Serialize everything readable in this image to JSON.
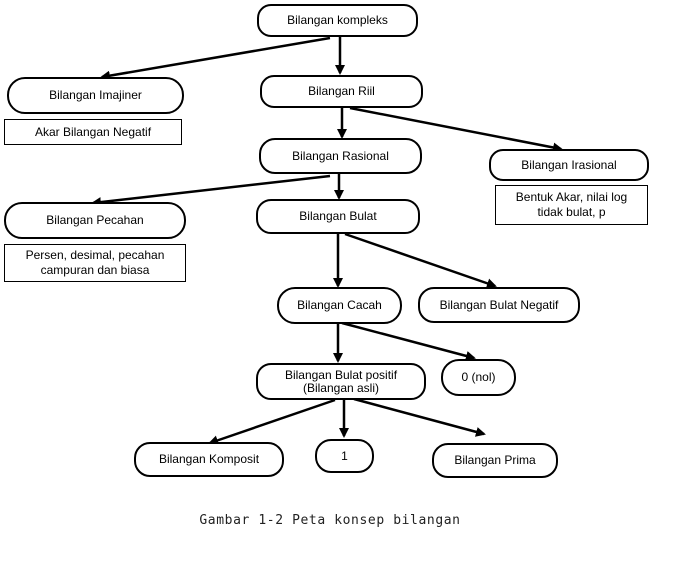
{
  "nodes": {
    "kompleks": "Bilangan kompleks",
    "imajiner": "Bilangan Imajiner",
    "riil": "Bilangan Riil",
    "rasional": "Bilangan Rasional",
    "irasional": "Bilangan Irasional",
    "pecahan": "Bilangan Pecahan",
    "bulat": "Bilangan Bulat",
    "cacah": "Bilangan Cacah",
    "bulat_negatif": "Bilangan Bulat Negatif",
    "bulat_positif_line1": "Bilangan Bulat positif",
    "bulat_positif_line2": "(Bilangan asli)",
    "nol": "0 (nol)",
    "komposit": "Bilangan Komposit",
    "satu": "1",
    "prima": "Bilangan Prima"
  },
  "notes": {
    "akar_negatif": "Akar Bilangan Negatif",
    "irasional_line1": "Bentuk Akar,  nilai log",
    "irasional_line2": "tidak bulat, p",
    "pecahan_line1": "Persen, desimal, pecahan",
    "pecahan_line2": "campuran dan biasa"
  },
  "caption": "Gambar 1-2  Peta konsep bilangan"
}
